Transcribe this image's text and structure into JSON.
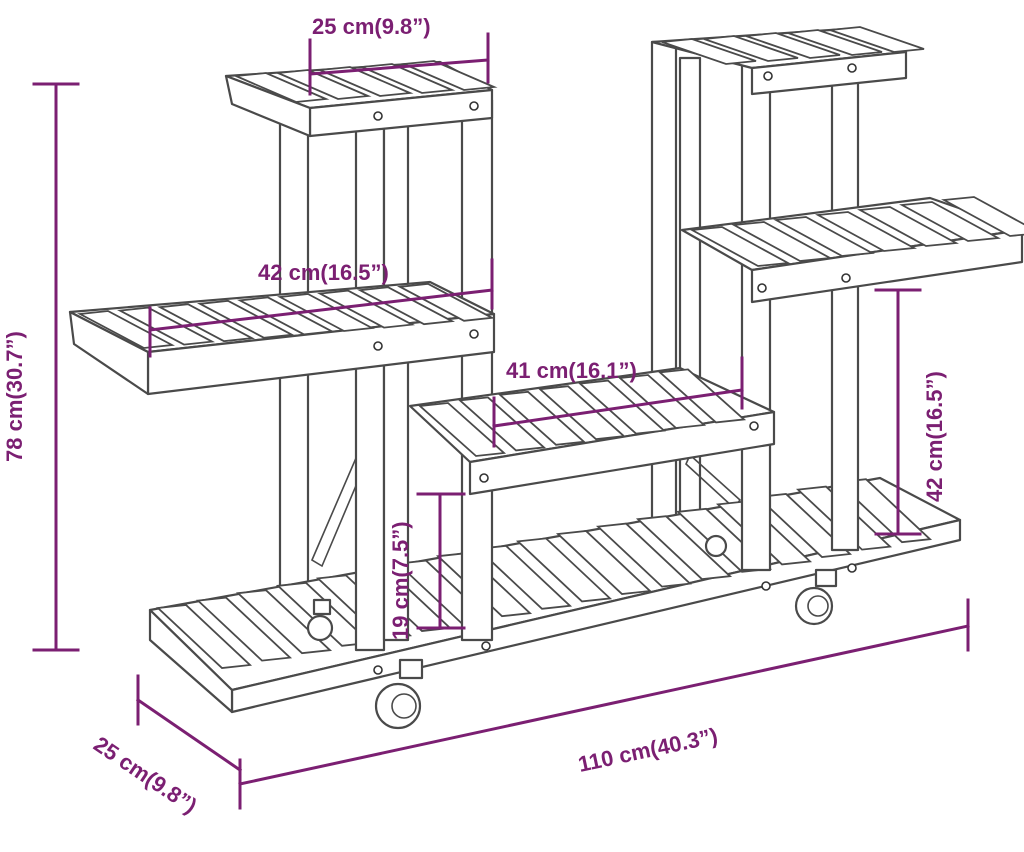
{
  "colors": {
    "dimension": "#7b1f72",
    "outline": "#4a4a4a",
    "background": "#ffffff"
  },
  "dimensions": {
    "top_shelf_width": "25 cm(9.8”)",
    "left_shelf_width": "42 cm(16.5”)",
    "middle_shelf_width": "41 cm(16.1”)",
    "right_shelf_spacing": "42 cm(16.5”)",
    "bottom_gap": "19 cm(7.5”)",
    "total_height": "78 cm(30.7”)",
    "depth": "25 cm(9.8”)",
    "total_width": "110 cm(40.3”)"
  }
}
